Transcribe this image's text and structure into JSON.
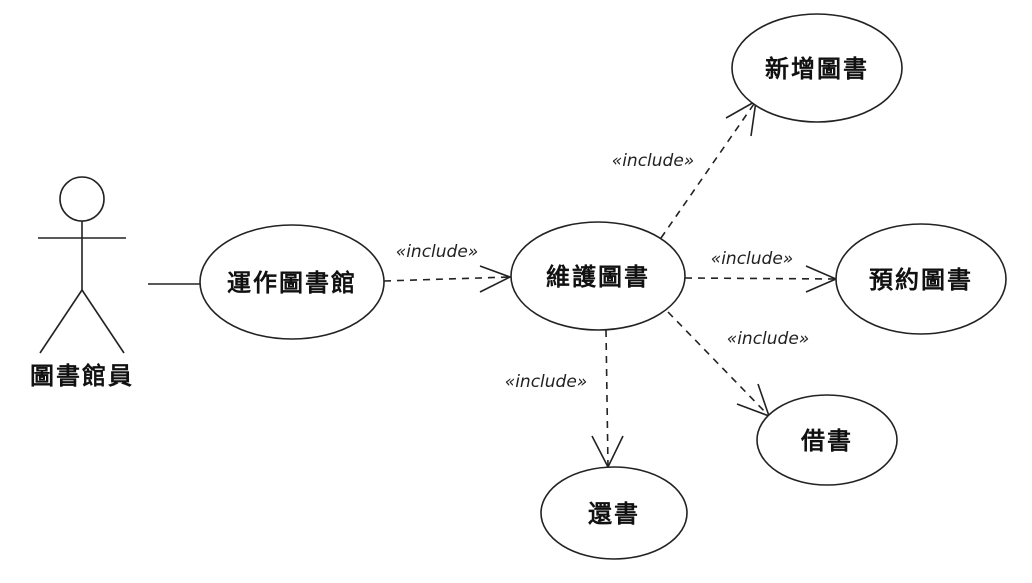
{
  "actor": {
    "name": "圖書館員"
  },
  "use_cases": {
    "operate": "運作圖書館",
    "maintain": "維護圖書",
    "add": "新增圖書",
    "reserve": "預約圖書",
    "borrow": "借書",
    "return": "還書"
  },
  "relations": {
    "operate_maintain": "«include»",
    "maintain_add": "«include»",
    "maintain_reserve": "«include»",
    "maintain_borrow": "«include»",
    "maintain_return": "«include»"
  }
}
